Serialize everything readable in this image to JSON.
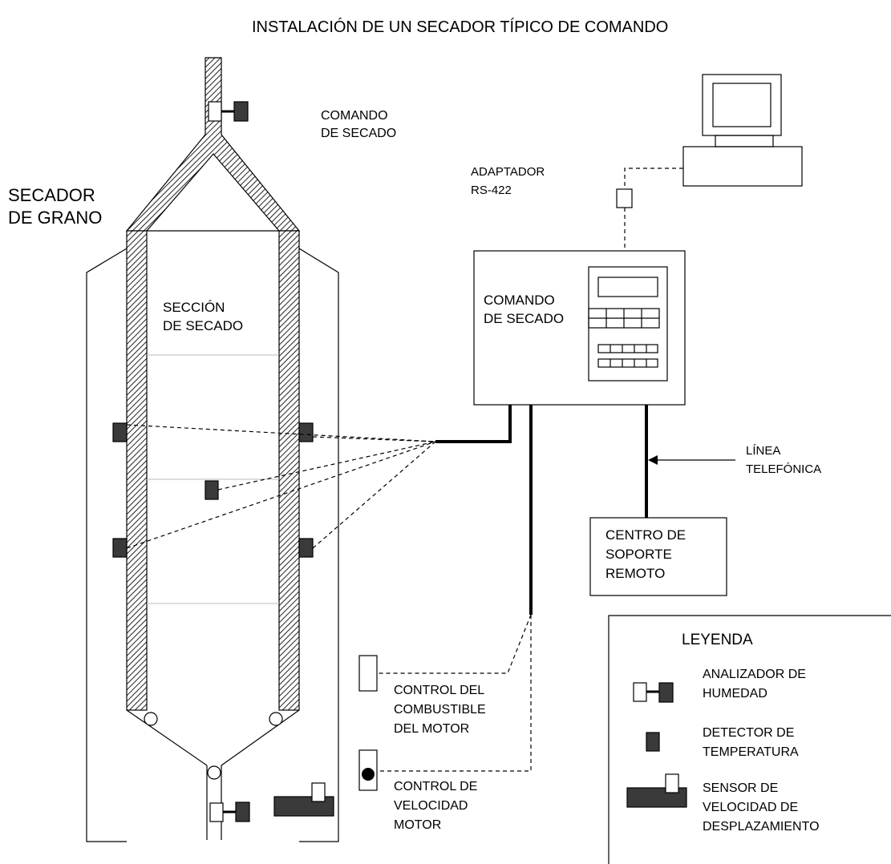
{
  "title": "INSTALACIÓN DE UN SECADOR TÍPICO DE COMANDO",
  "dryer": {
    "label_line1": "SECADOR",
    "label_line2": "DE GRANO",
    "section_line1": "SECCIÓN",
    "section_line2": "DE SECADO"
  },
  "top_command": {
    "line1": "COMANDO",
    "line2": "DE SECADO"
  },
  "adapter": {
    "line1": "ADAPTADOR",
    "line2": "RS-422"
  },
  "control_box": {
    "line1": "COMANDO",
    "line2": "DE SECADO"
  },
  "phone_line": {
    "line1": "LÍNEA",
    "line2": "TELEFÓNICA"
  },
  "remote_center": {
    "line1": "CENTRO DE",
    "line2": "SOPORTE",
    "line3": "REMOTO"
  },
  "fuel_control": {
    "line1": "CONTROL DEL",
    "line2": "COMBUSTIBLE",
    "line3": "DEL MOTOR"
  },
  "speed_control": {
    "line1": "CONTROL DE",
    "line2": "VELOCIDAD",
    "line3": "MOTOR"
  },
  "legend": {
    "title": "LEYENDA",
    "items": [
      {
        "line1": "ANALIZADOR DE",
        "line2": "HUMEDAD",
        "icon": "moisture-analyzer-icon"
      },
      {
        "line1": "DETECTOR DE",
        "line2": "TEMPERATURA",
        "icon": "temperature-detector-icon"
      },
      {
        "line1": "SENSOR DE",
        "line2": "VELOCIDAD DE",
        "line3": "DESPLAZAMIENTO",
        "icon": "speed-sensor-icon"
      }
    ]
  }
}
